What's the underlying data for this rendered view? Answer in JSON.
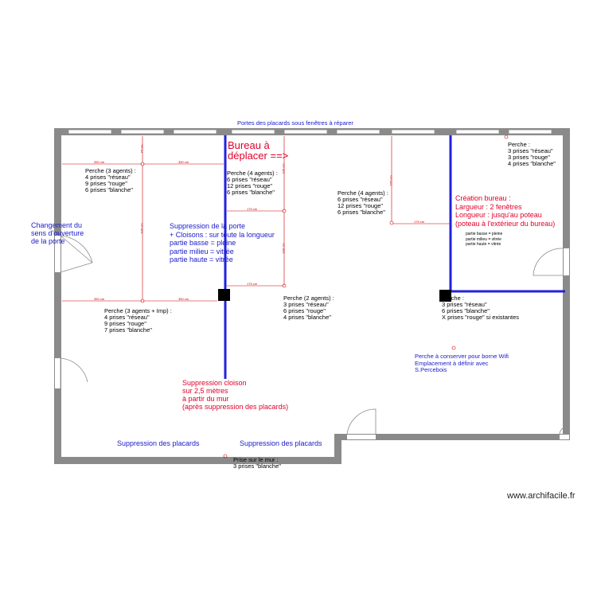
{
  "title": "Portes des placards sous fenêtres à réparer",
  "watermark": "www.archifacile.fr",
  "colors": {
    "wall": "#8a8a8a",
    "blue_line": "#2222dd",
    "dim_line": "#cc0000",
    "blue_text": "#1a1acc",
    "red_text": "#e0002a"
  },
  "labels": {
    "bureau_a_deplacer": "Bureau à\ndéplacer ==>",
    "changement_porte": "Changement du\nsens d'ouverture\nde la porte",
    "suppression_porte": "Suppression de la porte\n+ Cloisons : sur toute la longueur\npartie basse = pleine\npartie milieu = vitrée\npartie haute = vitrée",
    "creation_bureau": "Création bureau :\nLargueur : 2 fenêtres\nLongueur : jusqu'au poteau\n(poteau à l'extérieur du bureau)",
    "partie_small": "partie basse = pleine\npartie milieu = vitrée\npartie haute = vitrée",
    "suppression_cloison": "Suppression cloison\nsur 2,5 mètres\nà partir du mur\n(après suppression des placards)",
    "suppression_placards_1": "Suppression des placards",
    "suppression_placards_2": "Suppression des placards",
    "borne_wifi": "Perche à conserver pour borne Wifi\nEmplacement à définir avec\nS.Percebois",
    "prise_mur": "Prise sur le mur :\n3 prises \"blanche\""
  },
  "perches": {
    "p1": "Perche (3 agents) :\n4 prises \"réseau\"\n9 prises \"rouge\"\n6 prises \"blanche\"",
    "p2": "Perche (4 agents) :\n6 prises \"réseau\"\n12 prises \"rouge\"\n6 prises \"blanche\"",
    "p3": "Perche (4 agents) :\n6 prises \"réseau\"\n12 prises \"rouge\"\n6 prises \"blanche\"",
    "p4": "Perche :\n3 prises \"réseau\"\n3 prises \"rouge\"\n4 prises \"blanche\"",
    "p5": "Perche (3 agents + Imp) :\n4 prises \"réseau\"\n9 prises \"rouge\"\n7 prises \"blanche\"",
    "p6": "Perche (2 agents) :\n3 prises \"réseau\"\n6 prises \"rouge\"\n4 prises \"blanche\"",
    "p7": "Perche :\n3 prises \"réseau\"\n6 prises \"blanche\"\nX prises \"rouge\" si existantes"
  },
  "dimensions": {
    "d_350_a": "350 cm",
    "d_350_b": "350 cm",
    "d_350_c": "350 cm",
    "d_350_d": "350 cm",
    "d_75": "75 cm",
    "d_425": "425 cm",
    "d_225": "225 cm",
    "d_175_a": "175 cm",
    "d_175_b": "175 cm",
    "d_200": "200 cm",
    "d_275": "275 cm",
    "d_175_c": "175 cm"
  }
}
